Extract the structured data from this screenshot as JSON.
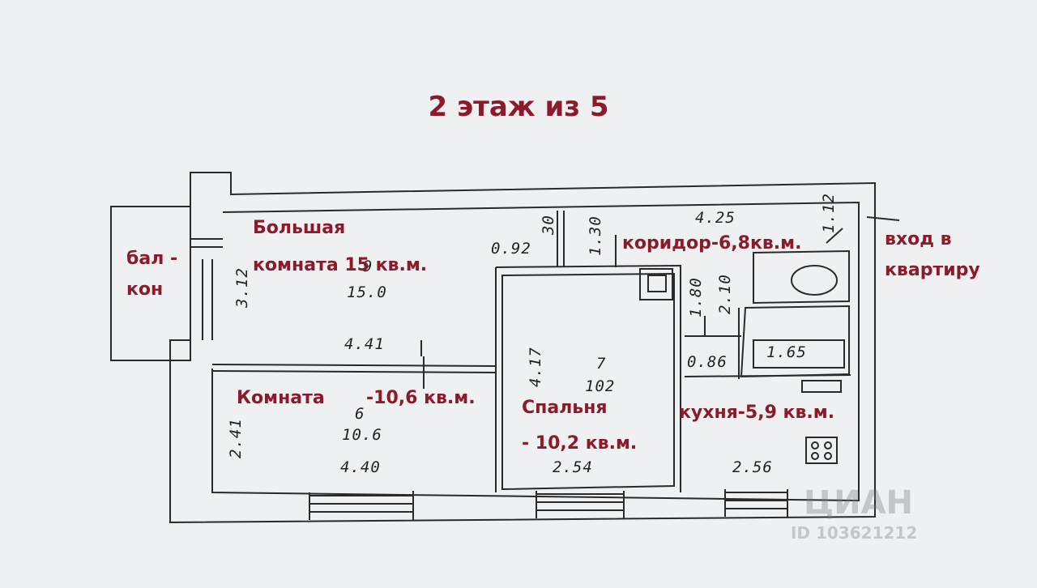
{
  "title": "2 этаж из 5",
  "labels": {
    "big_room_line1": "Большая",
    "big_room_line2": "комната  15 кв.м.",
    "balcony_line1": "бал -",
    "balcony_line2": "кон",
    "corridor": "коридор-6,8кв.м.",
    "entrance_line1": "вход в",
    "entrance_line2": "квартиру",
    "room_line1": "Комната",
    "room_line2": "-10,6 кв.м.",
    "bedroom_line1": "Спальня",
    "bedroom_line2": "- 10,2 кв.м.",
    "kitchen": "кухня-5,9 кв.м."
  },
  "handwritten": {
    "d_425": "4.25",
    "d_112": "1.12",
    "d_092": "0.92",
    "d_130": "1.30",
    "d_030": "30",
    "d_312": "3.12",
    "d_9": "9",
    "d_150": "15.0",
    "d_441": "4.41",
    "d_417": "4.17",
    "d_7": "7",
    "d_102": "102",
    "d_180": "1.80",
    "d_210": "2.10",
    "d_086": "0.86",
    "d_165": "1.65",
    "d_241": "2.41",
    "d_6": "6",
    "d_106": "10.6",
    "d_440": "4.40",
    "d_254": "2.54",
    "d_256": "2.56"
  },
  "watermark": {
    "brand": "ЦИАН",
    "id": "ID 103621212"
  }
}
